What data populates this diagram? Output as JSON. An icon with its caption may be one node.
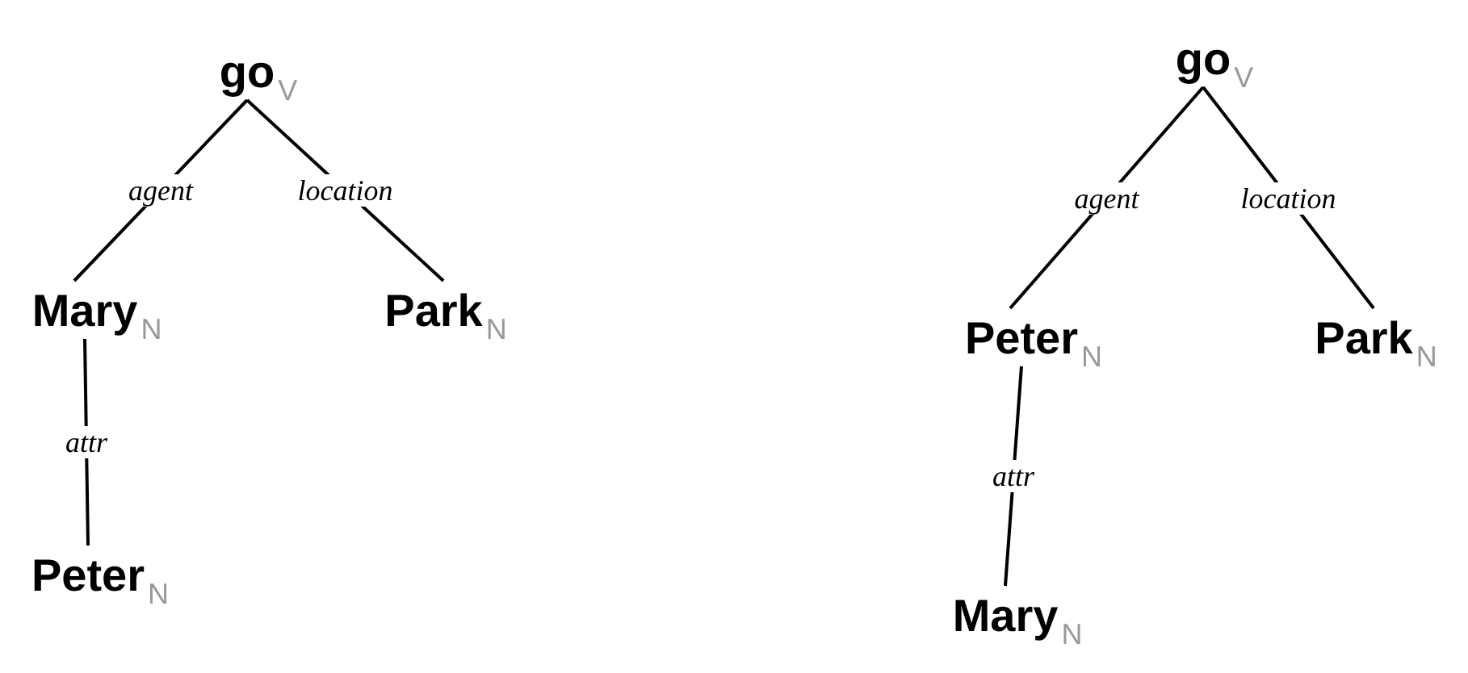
{
  "diagram": {
    "nodes": [
      {
        "text": [
          "go"
        ],
        "beside": [
          "V"
        ]
      },
      {
        "text": [
          "Mary"
        ],
        "beside": [
          "N"
        ]
      },
      {
        "text": [
          "Park"
        ],
        "beside": [
          "N"
        ]
      },
      {
        "text": [
          "Peter"
        ],
        "beside": [
          "N"
        ]
      },
      {
        "text": [
          "go"
        ],
        "beside": [
          "V"
        ]
      },
      {
        "text": [
          "Peter"
        ],
        "beside": [
          "N"
        ]
      },
      {
        "text": [
          "Park"
        ],
        "beside": [
          "N"
        ]
      },
      {
        "text": [
          "Mary"
        ],
        "beside": [
          "N"
        ]
      }
    ],
    "edges": [
      {
        "from": 0,
        "to": 1,
        "arrow": "none",
        "label": "agent"
      },
      {
        "from": 0,
        "to": 2,
        "arrow": "none",
        "label": "location"
      },
      {
        "from": 1,
        "to": 3,
        "arrow": "none",
        "label": "attr"
      },
      {
        "from": 4,
        "to": 5,
        "arrow": "none",
        "label": "agent"
      },
      {
        "from": 4,
        "to": 6,
        "arrow": "none",
        "label": "location"
      },
      {
        "from": 5,
        "to": 7,
        "arrow": "none",
        "label": "attr"
      }
    ]
  }
}
